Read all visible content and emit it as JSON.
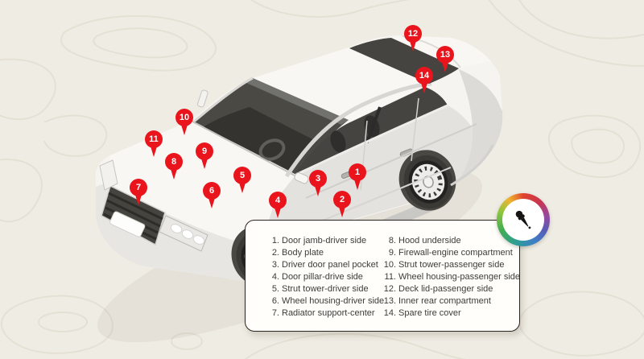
{
  "colors": {
    "background": "#efece3",
    "contour_line": "#e4dfd2",
    "pin": "#e9141c",
    "pin_number": "#ffffff",
    "card_background": "#fffefb",
    "card_border": "#2b261f",
    "legend_text": "#3d3c39",
    "car_body": "#f5f4f1",
    "car_glass": "#454440"
  },
  "pins": {
    "items": [
      {
        "number": "1"
      },
      {
        "number": "2"
      },
      {
        "number": "3"
      },
      {
        "number": "4"
      },
      {
        "number": "5"
      },
      {
        "number": "6"
      },
      {
        "number": "7"
      },
      {
        "number": "8"
      },
      {
        "number": "9"
      },
      {
        "number": "10"
      },
      {
        "number": "11"
      },
      {
        "number": "12"
      },
      {
        "number": "13"
      },
      {
        "number": "14"
      }
    ]
  },
  "legend": {
    "column1": [
      {
        "n": "1.",
        "t": "Door jamb-driver side"
      },
      {
        "n": "2.",
        "t": "Body plate"
      },
      {
        "n": "3.",
        "t": "Driver door panel pocket"
      },
      {
        "n": "4.",
        "t": "Door pillar-drive side"
      },
      {
        "n": "5.",
        "t": "Strut tower-driver side"
      },
      {
        "n": "6.",
        "t": "Wheel housing-driver side"
      },
      {
        "n": "7.",
        "t": "Radiator support-center"
      }
    ],
    "column2": [
      {
        "n": "8.",
        "t": "Hood underside"
      },
      {
        "n": "9.",
        "t": "Firewall-engine compartment"
      },
      {
        "n": "10.",
        "t": "Strut tower-passenger side"
      },
      {
        "n": "11.",
        "t": "Wheel housing-passenger side"
      },
      {
        "n": "12.",
        "t": "Deck lid-passenger side"
      },
      {
        "n": "13.",
        "t": "Inner rear compartment"
      },
      {
        "n": "14.",
        "t": "Spare tire cover"
      }
    ]
  },
  "picker": {
    "icon": "eyedropper-icon"
  }
}
